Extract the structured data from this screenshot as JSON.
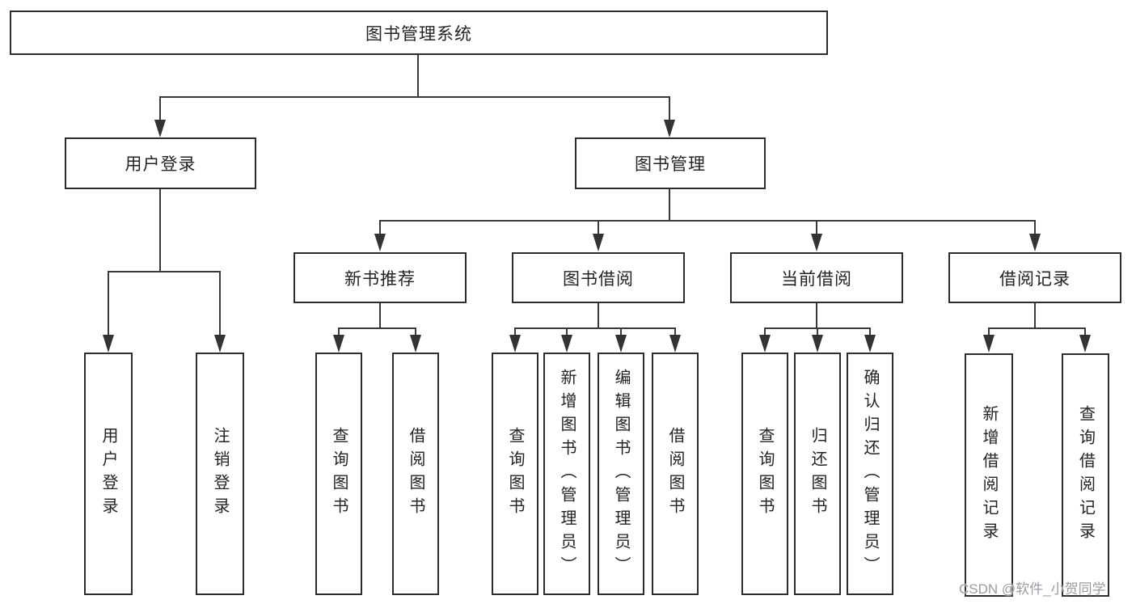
{
  "diagram": {
    "title": "图书管理系统",
    "root": {
      "label": "图书管理系统"
    },
    "level2": [
      {
        "label": "用户登录"
      },
      {
        "label": "图书管理"
      }
    ],
    "level3": [
      {
        "label": "新书推荐"
      },
      {
        "label": "图书借阅"
      },
      {
        "label": "当前借阅"
      },
      {
        "label": "借阅记录"
      }
    ],
    "leaves": {
      "user_login": [
        "用户登录",
        "注销登录"
      ],
      "new_book": [
        "查询图书",
        "借阅图书"
      ],
      "book_borrow": [
        "查询图书",
        "新增图书（管理员）",
        "编辑图书（管理员）",
        "借阅图书"
      ],
      "current_borrow": [
        "查询图书",
        "归还图书",
        "确认归还（管理员）"
      ],
      "borrow_records": [
        "新增借阅记录",
        "查询借阅记录"
      ]
    }
  },
  "watermark": "CSDN @软件_小贺同学",
  "colors": {
    "line": "#3a3a3a",
    "border": "#2d2d2d",
    "text": "#232323",
    "watermark_text": "#9b9ba1"
  }
}
